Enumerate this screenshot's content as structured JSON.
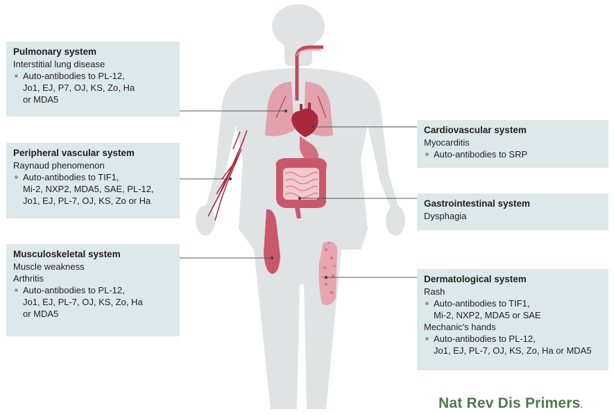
{
  "boxes": {
    "pulmonary": {
      "title": "Pulmonary system",
      "lines": [
        "Interstitial lung disease"
      ],
      "bullets": [
        [
          "Auto-antibodies to PL-12,",
          "Jo1, EJ, P7, OJ, KS, Zo, Ha",
          "or MDA5"
        ]
      ]
    },
    "peripheral": {
      "title": "Peripheral vascular system",
      "lines": [
        "Raynaud phenomenon"
      ],
      "bullets": [
        [
          "Auto-antibodies to TIF1,",
          "Mi-2, NXP2, MDA5, SAE, PL-12,",
          "Jo1, EJ, PL-7, OJ, KS, Zo or Ha"
        ]
      ]
    },
    "musculo": {
      "title": "Musculoskeletal system",
      "lines": [
        "Muscle weakness",
        "Arthritis"
      ],
      "bullets": [
        [
          "Auto-antibodies to PL-12,",
          "Jo1, EJ, PL-7, OJ, KS, Zo, Ha",
          "or MDA5"
        ]
      ]
    },
    "cardio": {
      "title": "Cardiovascular system",
      "lines": [
        "Myocarditis"
      ],
      "bullets": [
        [
          "Auto-antibodies to SRP"
        ]
      ]
    },
    "gastro": {
      "title": "Gastrointestinal system",
      "lines": [
        "Dysphagia"
      ],
      "bullets": []
    },
    "derm": {
      "title": "Dermatological system",
      "lines": [
        "Rash"
      ],
      "bullets": [
        [
          "Auto-antibodies to TIF1,",
          "Mi-2, NXP2, MDA5 or SAE"
        ]
      ],
      "lines2": [
        "Mechanic's hands"
      ],
      "bullets2": [
        [
          "Auto-antibodies to PL-12,",
          "Jo1, EJ, PL-7, OJ, KS, Zo, Ha or MDA5"
        ]
      ]
    }
  },
  "credit": "Nat Rev Dis Primers",
  "colors": {
    "box_bg": "#dde8ea",
    "body_silhouette": "#dfe3e4",
    "organ_red": "#b5394f",
    "organ_pink": "#e9a9b4",
    "credit_green": "#4c7a48"
  }
}
